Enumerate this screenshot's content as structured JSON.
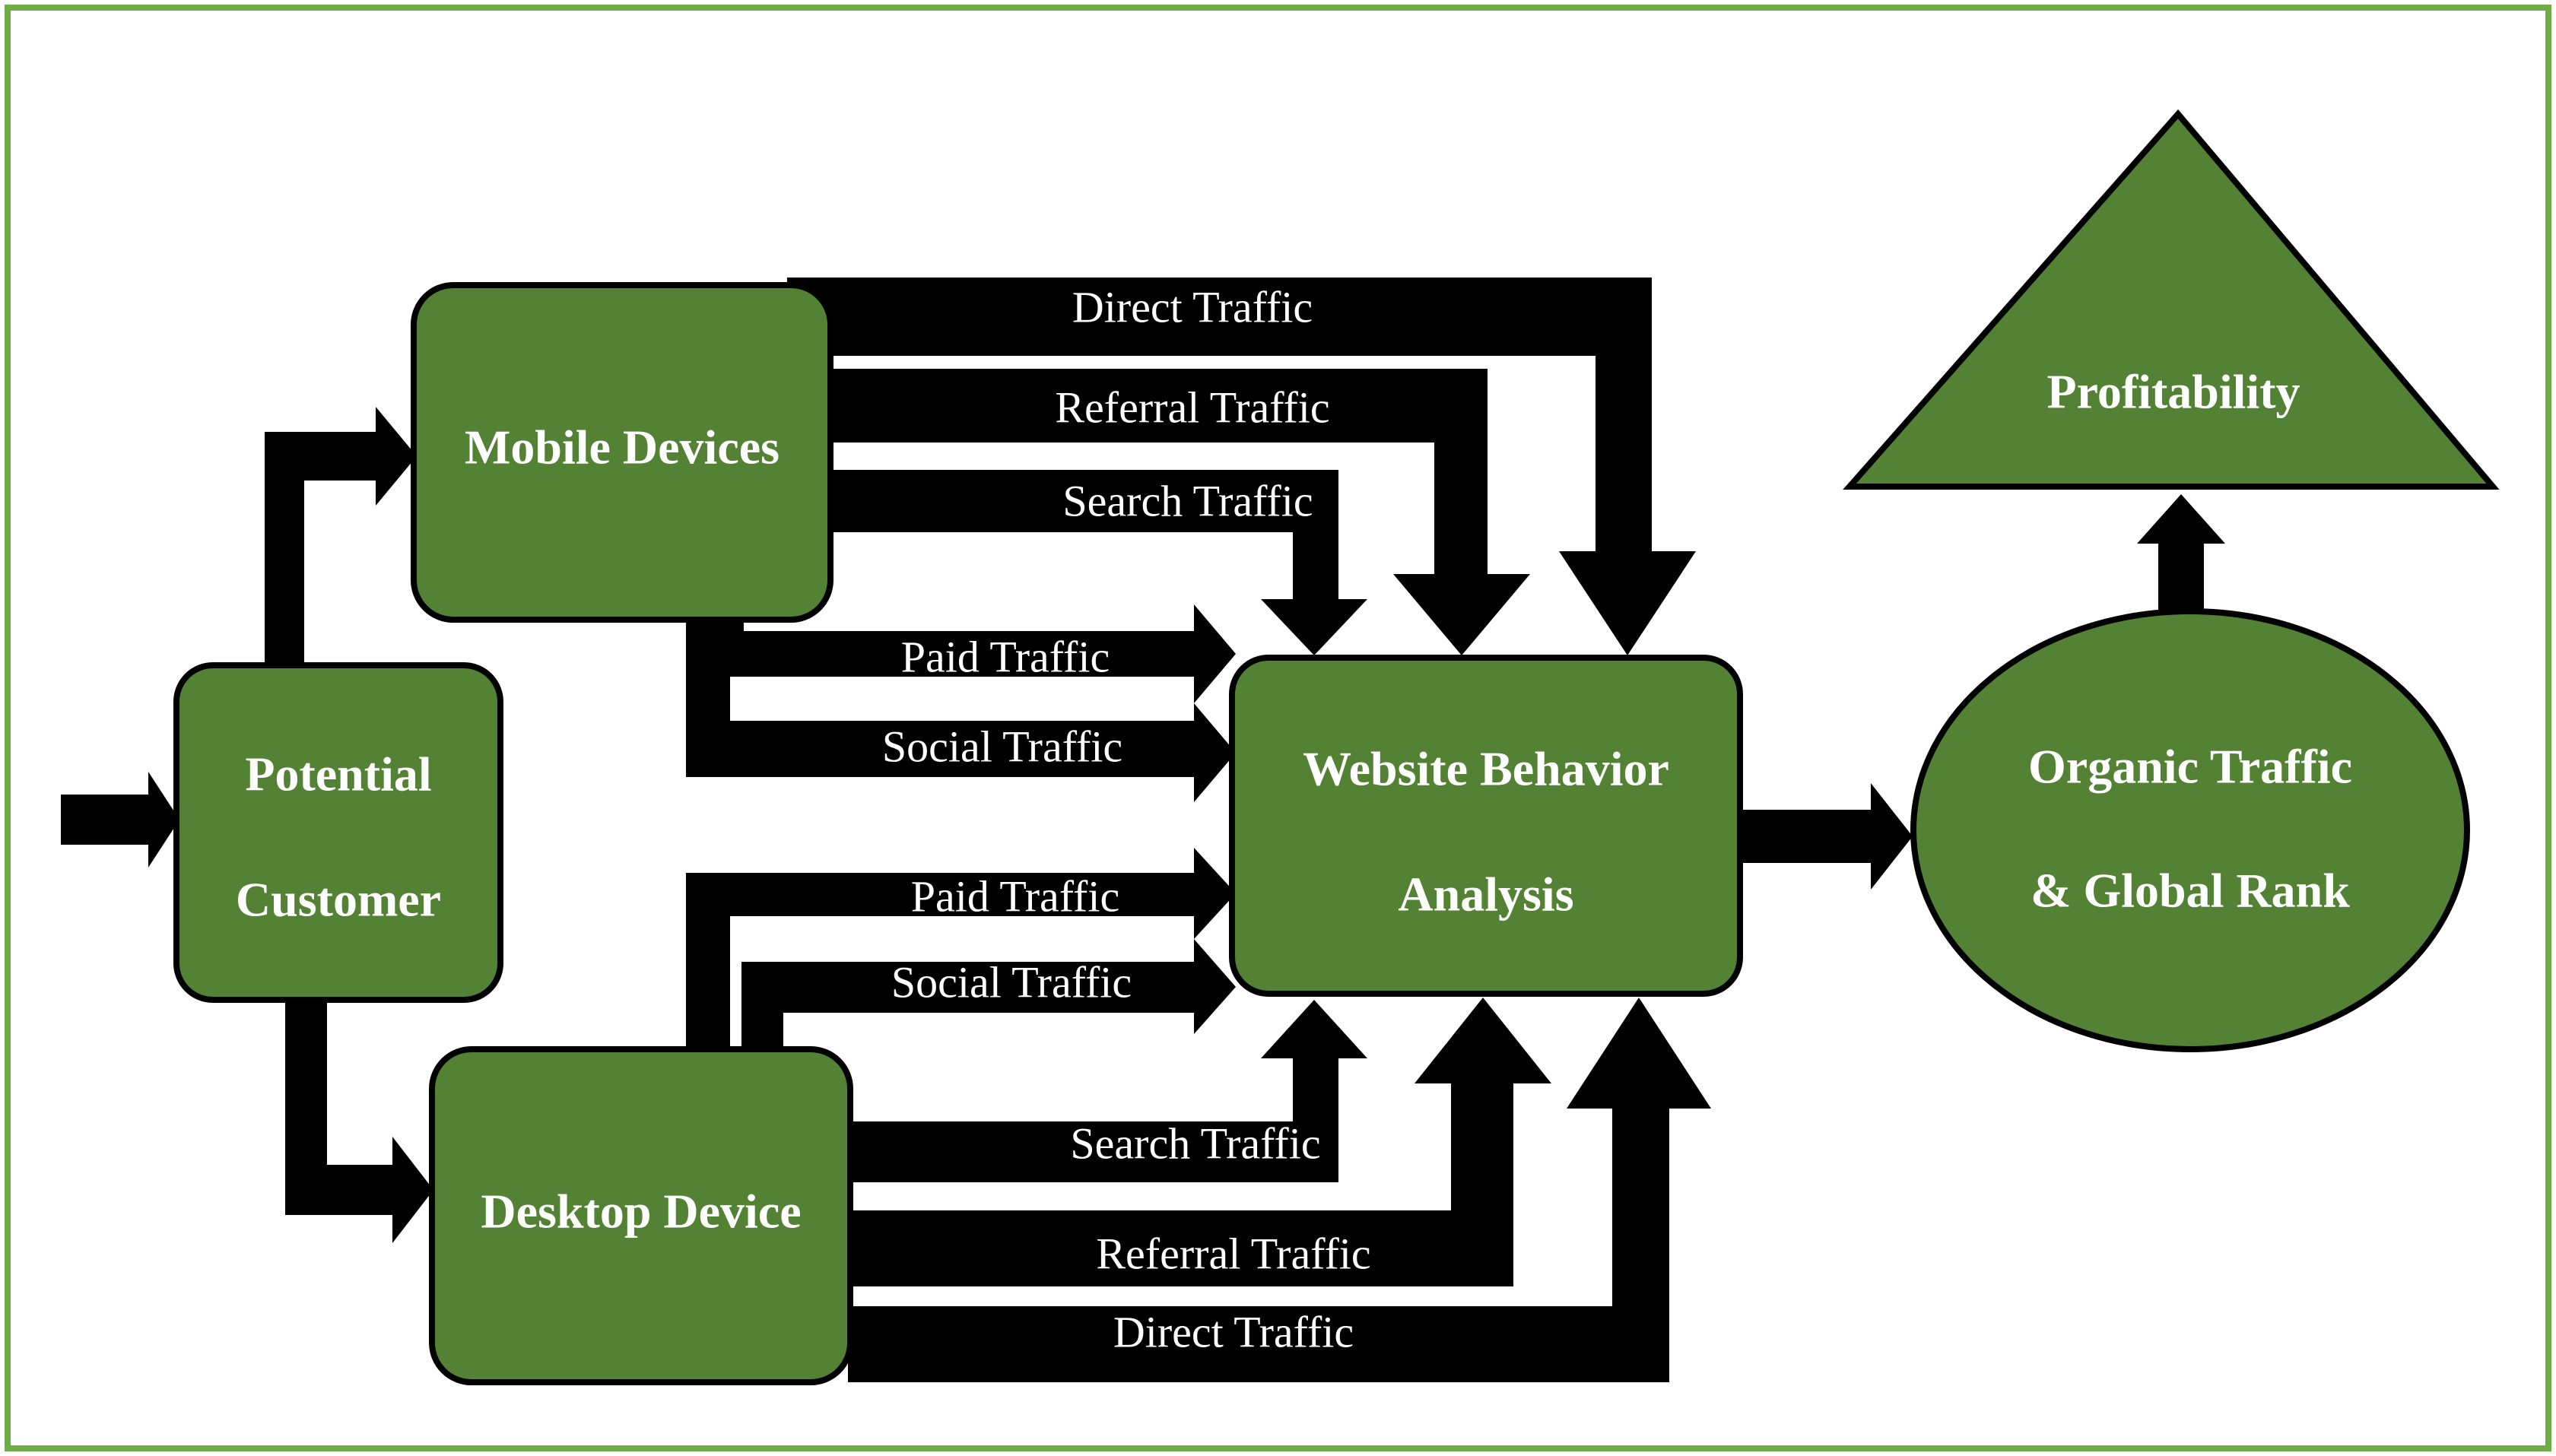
{
  "colors": {
    "frame": "#70ad47",
    "node_fill": "#548235",
    "node_stroke": "#000000",
    "arrow": "#000000",
    "label_text": "#ffffff"
  },
  "nodes": {
    "potential_customer": {
      "line1": "Potential",
      "line2": "Customer"
    },
    "mobile_devices": "Mobile Devices",
    "desktop_device": "Desktop Device",
    "website_behavior": {
      "line1": "Website Behavior",
      "line2": "Analysis"
    },
    "organic_traffic": {
      "line1": "Organic Traffic",
      "line2": "& Global Rank"
    },
    "profitability": "Profitability"
  },
  "edges": {
    "mobile": {
      "direct": "Direct Traffic",
      "referral": "Referral Traffic",
      "search": "Search Traffic",
      "paid": "Paid Traffic",
      "social": "Social Traffic"
    },
    "desktop": {
      "paid": "Paid Traffic",
      "social": "Social Traffic",
      "search": "Search Traffic",
      "referral": "Referral Traffic",
      "direct": "Direct Traffic"
    }
  }
}
